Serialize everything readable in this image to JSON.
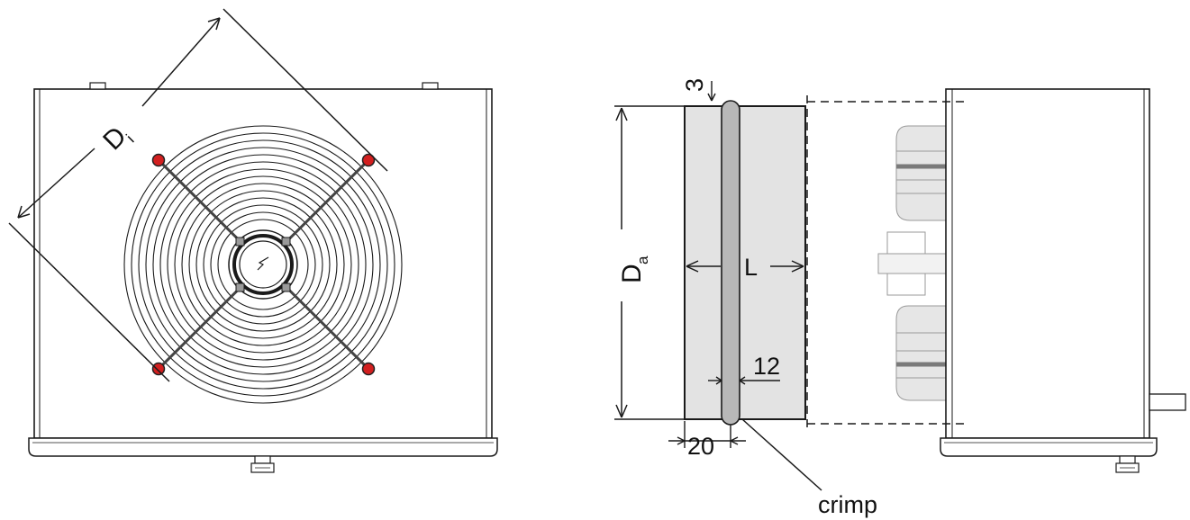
{
  "labels": {
    "inner_diameter_main": "D",
    "inner_diameter_sub": "i",
    "outer_diameter_main": "D",
    "outer_diameter_sub": "a",
    "length": "L",
    "dim_3": "3",
    "dim_12": "12",
    "dim_20": "20",
    "crimp": "crimp"
  },
  "colors": {
    "line": "#1a1a1a",
    "housing_fill": "#ffffff",
    "sleeve_fill": "#e3e3e3",
    "crimp_fill": "#b8b8b8",
    "bolt_red": "#d21f1f",
    "fan_ghost": "#d9d9d9"
  }
}
